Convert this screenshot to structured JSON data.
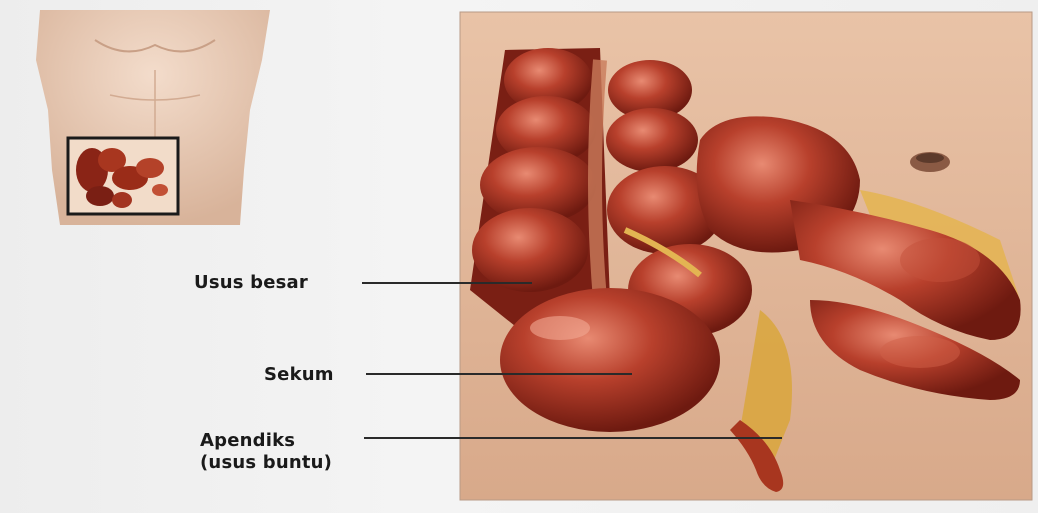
{
  "labels": {
    "large_intestine": "Usus besar",
    "cecum": "Sekum",
    "appendix_line1": "Apendiks",
    "appendix_line2": "(usus buntu)"
  },
  "colors": {
    "background": "#f0f0f0",
    "tissue_dark": "#7a1f14",
    "tissue_mid": "#b8402c",
    "tissue_light": "#e07a62",
    "skin": "#e8c4a8",
    "fat": "#e2b24a",
    "leader_line": "#2a2a2a",
    "inset_box": "#1a1a1a"
  }
}
